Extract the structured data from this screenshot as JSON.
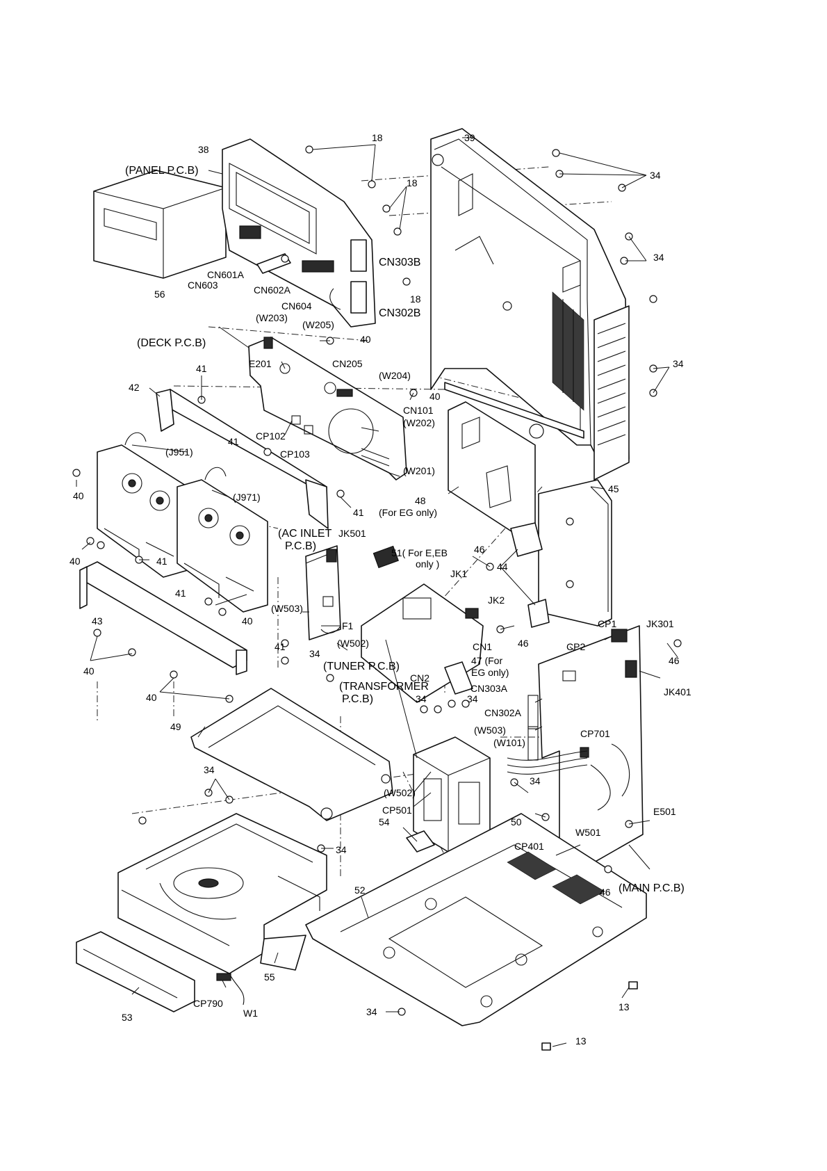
{
  "labels": {
    "l18a": "18",
    "l18b": "18",
    "l18c": "18",
    "l39": "39",
    "l38": "38",
    "l34a": "34",
    "l34b": "34",
    "l34c": "34",
    "panel_pcb": "(PANEL P.C.B)",
    "cn303b": "CN303B",
    "cn302b": "CN302B",
    "cn601a": "CN601A",
    "cn603": "CN603",
    "l56": "56",
    "cn602a": "CN602A",
    "cn604": "CN604",
    "w205": "(W205)",
    "w203": "(W203)",
    "deck_pcb": "(DECK P.C.B)",
    "l40a": "40",
    "e201": "E201",
    "cn205": "CN205",
    "w204": "(W204)",
    "l41a": "41",
    "l42": "42",
    "l40b": "40",
    "cn101": "CN101",
    "w202": "(W202)",
    "cp102": "CP102",
    "cp103": "CP103",
    "l41b": "41",
    "j951": "(J951)",
    "w201": "(W201)",
    "l40c": "40",
    "j971": "(J971)",
    "l41c": "41",
    "l48": "48",
    "for_eg": "(For EG only)",
    "l45": "45",
    "ac_inlet": "(AC INLET",
    "ac_inlet2": "P.C.B)",
    "jk501": "JK501",
    "l51": "51( For E,EB",
    "l51b": "only )",
    "l46a": "46",
    "jk1": "JK1",
    "jk2": "JK2",
    "l44": "44",
    "l40d": "40",
    "l41d": "41",
    "l43": "43",
    "l40e": "40",
    "l41e": "41",
    "f1": "F1",
    "w503a": "(W503)",
    "w502a": "(W502)",
    "l46b": "46",
    "cp1": "CP1",
    "jk301": "JK301",
    "l41f": "41",
    "l34d": "34",
    "cn1": "CN1",
    "cp2": "CP2",
    "l46c": "46",
    "l40f": "40",
    "tuner_pcb": "(TUNER P.C.B)",
    "cn2": "CN2",
    "l47": "47 (For",
    "l47b": "EG only)",
    "transformer": "(TRANSFORMER",
    "transformer2": "P.C.B)",
    "cn303a": "CN303A",
    "jk401": "JK401",
    "l40g": "40",
    "l34e": "34",
    "l34f": "34",
    "cn302a": "CN302A",
    "l49": "49",
    "w503b": "(W503)",
    "w101": "(W101)",
    "cp701": "CP701",
    "l34g": "34",
    "l34h": "34",
    "w502b": "(W502)",
    "cp501": "CP501",
    "l54": "54",
    "l50": "50",
    "w501": "W501",
    "e501": "E501",
    "l34i": "34",
    "cp401": "CP401",
    "l46d": "46",
    "main_pcb": "(MAIN P.C.B)",
    "l52": "52",
    "l55": "55",
    "cp790": "CP790",
    "w1": "W1",
    "l53": "53",
    "l13a": "13",
    "l34j": "34",
    "l13b": "13"
  }
}
